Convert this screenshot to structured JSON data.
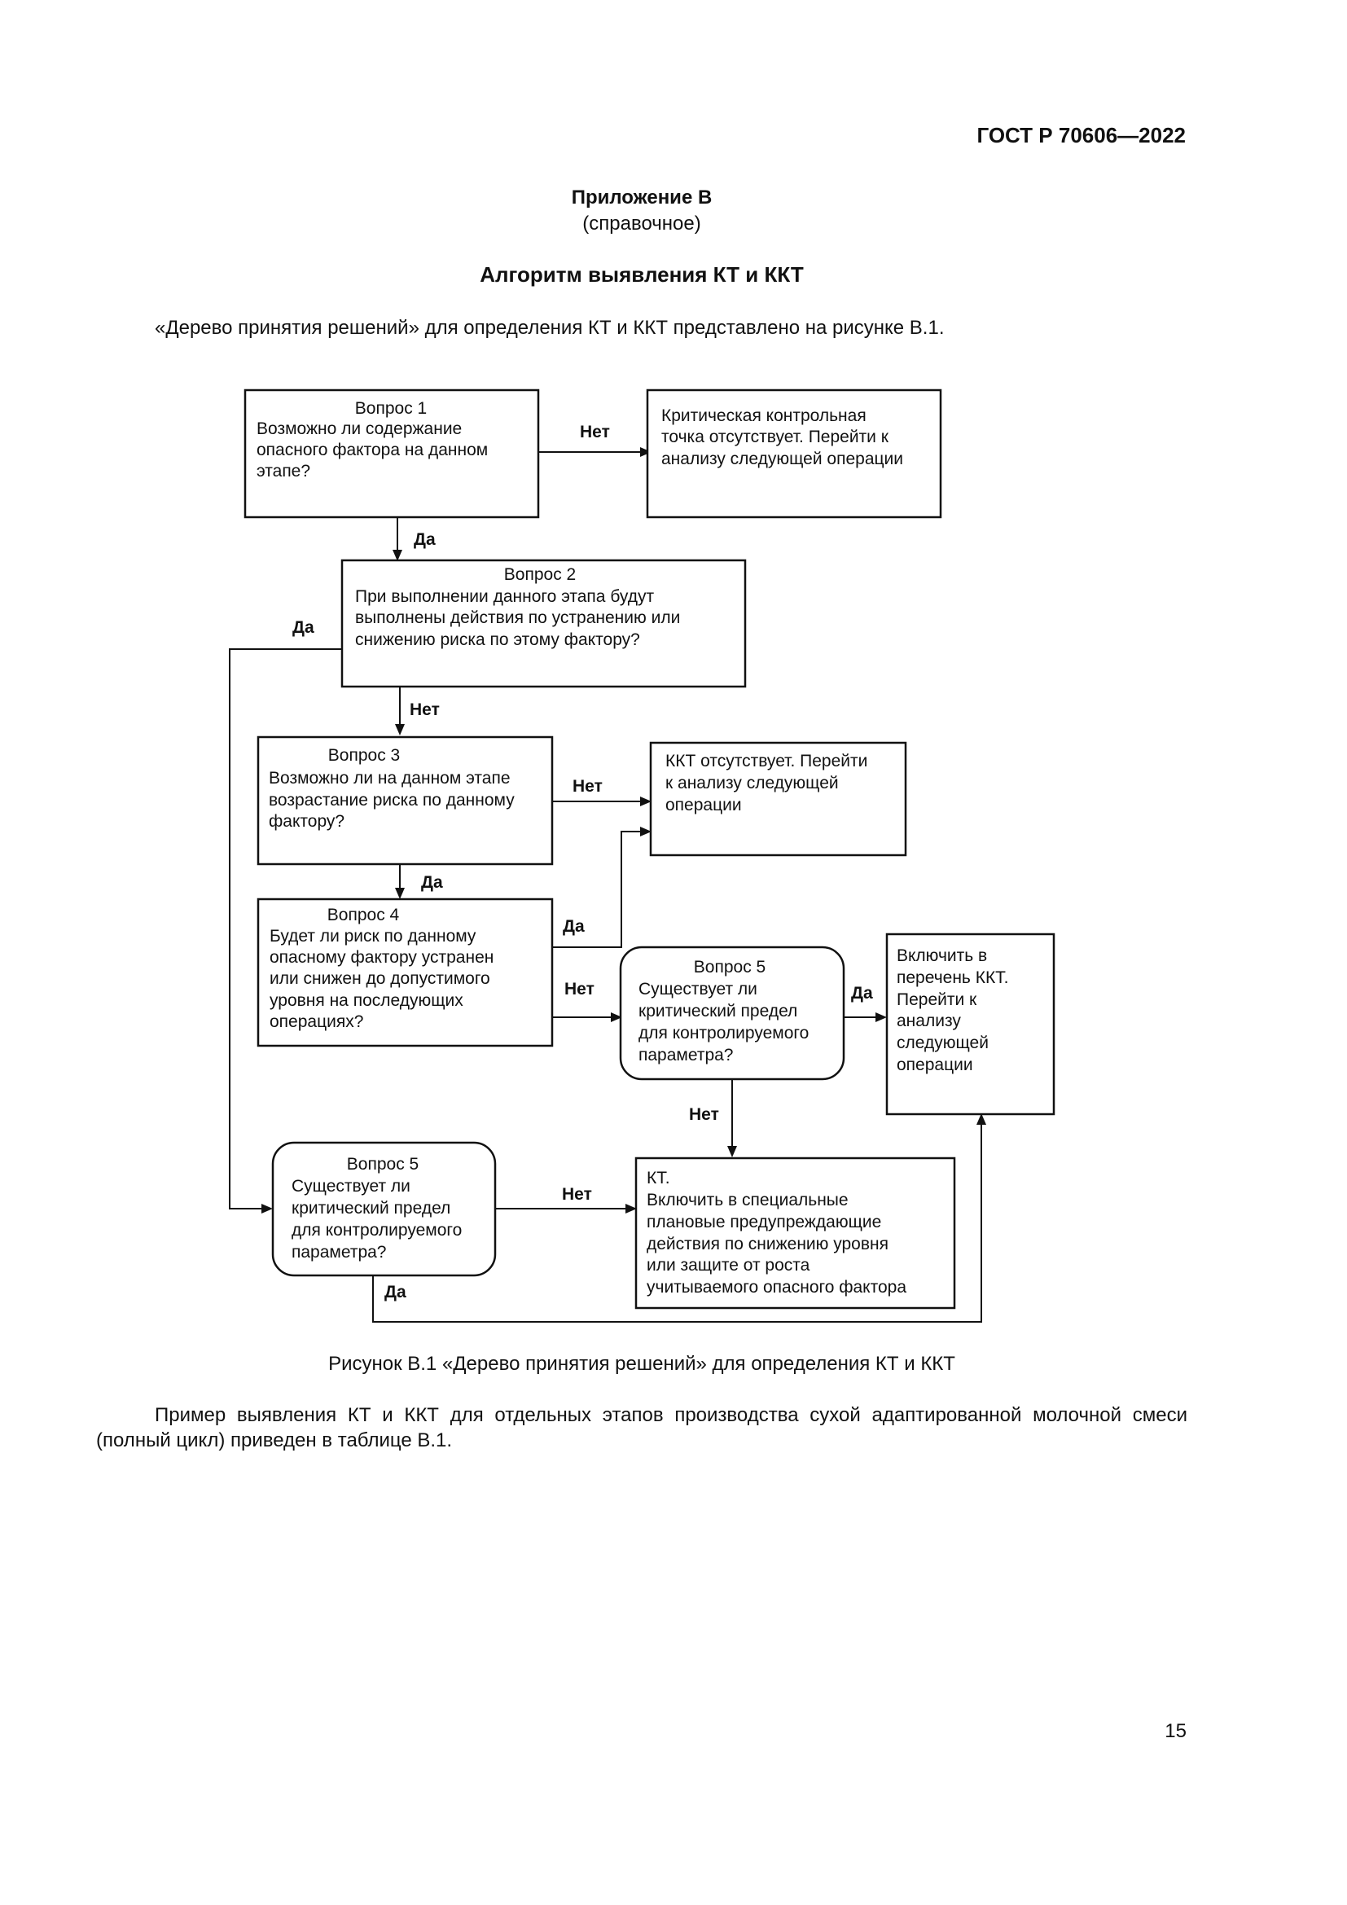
{
  "header": {
    "standard": "ГОСТ Р 70606—2022"
  },
  "appendix": {
    "title": "Приложение В",
    "subtitle": "(справочное)"
  },
  "section_title": "Алгоритм выявления КТ и ККТ",
  "intro_text": "«Дерево принятия решений» для определения КТ и ККТ представлено на рисунке В.1.",
  "flowchart": {
    "q1": {
      "title": "Вопрос 1",
      "lines": [
        "Возможно ли содержание",
        "опасного фактора на данном",
        "этапе?"
      ]
    },
    "out1": {
      "lines": [
        "Критическая контрольная",
        "точка отсутствует. Перейти к",
        "анализу следующей операции"
      ]
    },
    "q2": {
      "title": "Вопрос 2",
      "lines": [
        "При выполнении данного этапа будут",
        "выполнены действия по устранению или",
        "снижению риска по этому фактору?"
      ]
    },
    "q3": {
      "title": "Вопрос 3",
      "lines": [
        "Возможно ли на данном этапе",
        "возрастание риска по данному",
        "фактору?"
      ]
    },
    "out2": {
      "lines": [
        "ККТ отсутствует. Перейти",
        "к анализу следующей",
        "операции"
      ]
    },
    "q4": {
      "title": "Вопрос 4",
      "lines": [
        "Будет ли риск по данному",
        "опасному фактору устранен",
        "или снижен до допустимого",
        "уровня на последующих",
        "операциях?"
      ]
    },
    "q5a": {
      "title": "Вопрос 5",
      "lines": [
        "Существует ли",
        "критический предел",
        "для контролируемого",
        "параметра?"
      ]
    },
    "out3": {
      "lines": [
        "Включить в",
        "перечень ККТ.",
        "Перейти к",
        "анализу",
        "следующей",
        "операции"
      ]
    },
    "q5b": {
      "title": "Вопрос 5",
      "lines": [
        "Существует ли",
        "критический предел",
        "для контролируемого",
        "параметра?"
      ]
    },
    "out4": {
      "lines": [
        "КТ.",
        "Включить в специальные",
        "плановые предупреждающие",
        "действия по снижению уровня",
        "или защите от роста",
        "учитываемого опасного фактора"
      ]
    },
    "labels": {
      "q1_no": "Нет",
      "q1_yes": "Да",
      "q2_yes": "Да",
      "q2_no": "Нет",
      "q3_no": "Нет",
      "q3_yes": "Да",
      "q4_yes": "Да",
      "q4_no": "Нет",
      "q5a_yes": "Да",
      "q5a_no": "Нет",
      "q5b_no": "Нет",
      "q5b_yes": "Да"
    }
  },
  "figure_caption": "Рисунок В.1 «Дерево принятия решений» для определения КТ и ККТ",
  "example_text": "Пример выявления КТ и ККТ для отдельных этапов производства сухой адаптированной молочной смеси (полный цикл) приведен в таблице В.1.",
  "page_number": "15"
}
